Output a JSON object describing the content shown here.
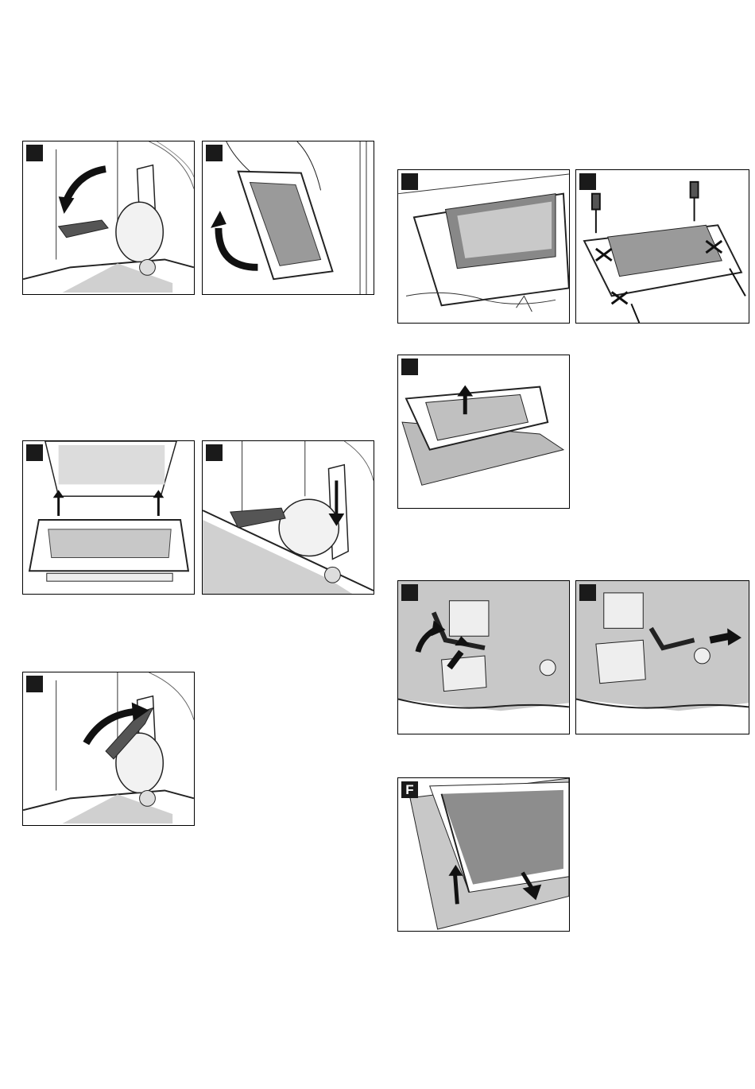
{
  "panels": [
    {
      "id": "left-1-a",
      "badge": ""
    },
    {
      "id": "left-1-b",
      "badge": ""
    },
    {
      "id": "left-2-a",
      "badge": ""
    },
    {
      "id": "left-2-b",
      "badge": ""
    },
    {
      "id": "left-3-a",
      "badge": ""
    },
    {
      "id": "right-1-a",
      "badge": ""
    },
    {
      "id": "right-1-b",
      "badge": ""
    },
    {
      "id": "right-2-a",
      "badge": ""
    },
    {
      "id": "right-3-a",
      "badge": ""
    },
    {
      "id": "right-3-b",
      "badge": ""
    },
    {
      "id": "right-4-a",
      "badge": "F"
    }
  ],
  "icons": {
    "arrow": "curved-arrow-icon",
    "screwdriver": "screwdriver-icon"
  }
}
